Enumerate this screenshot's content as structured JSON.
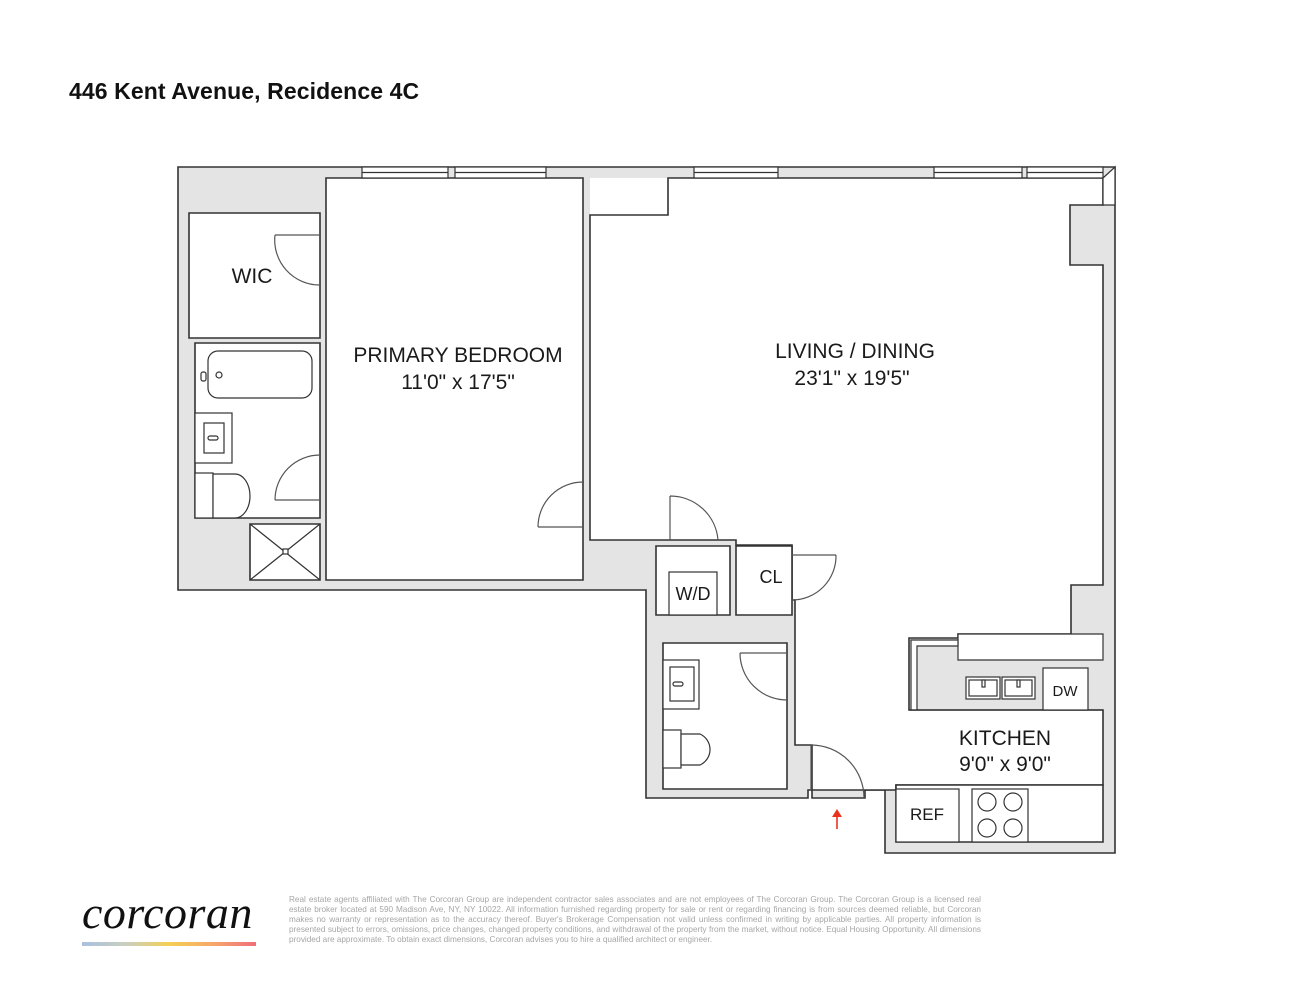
{
  "header": {
    "address": "446 Kent Avenue",
    "separator": ",",
    "unit": "Recidence 4C"
  },
  "rooms": {
    "wic": {
      "label": "WIC"
    },
    "primary_bedroom": {
      "label": "PRIMARY BEDROOM",
      "dimensions": "11'0\" x 17'5\""
    },
    "living_dining": {
      "label": "LIVING / DINING",
      "dimensions": "23'1\" x 19'5\""
    },
    "wd": {
      "label": "W/D"
    },
    "closet": {
      "label": "CL"
    },
    "kitchen": {
      "label": "KITCHEN",
      "dimensions": "9'0\" x 9'0\""
    },
    "dishwasher": {
      "label": "DW"
    },
    "refrigerator": {
      "label": "REF"
    }
  },
  "entry": {
    "icon": "entry-arrow-icon",
    "color": "#e8321e"
  },
  "colors": {
    "wall_fill": "#e4e4e4",
    "wall_line": "#333333",
    "background": "#ffffff"
  },
  "footer": {
    "brand": "corcoran",
    "brand_gradient": [
      "#a9c0df",
      "#f4cf55",
      "#ef6e7a"
    ],
    "disclaimer": "Real estate agents affiliated with The Corcoran Group are independent contractor sales associates and are not employees of The Corcoran Group. The Corcoran Group is a licensed real estate broker located at 590 Madison Ave, NY, NY 10022. All information furnished regarding property for sale or rent or regarding financing is from sources deemed reliable, but Corcoran makes no warranty or representation as to the accuracy thereof. Buyer's Brokerage Compensation not valid unless confirmed in writing by applicable parties. All property information is presented subject to errors, omissions, price changes, changed property conditions, and withdrawal of the property from the market, without notice. Equal Housing Opportunity. All dimensions provided are approximate. To obtain exact dimensions, Corcoran advises you to hire a qualified architect or engineer."
  }
}
